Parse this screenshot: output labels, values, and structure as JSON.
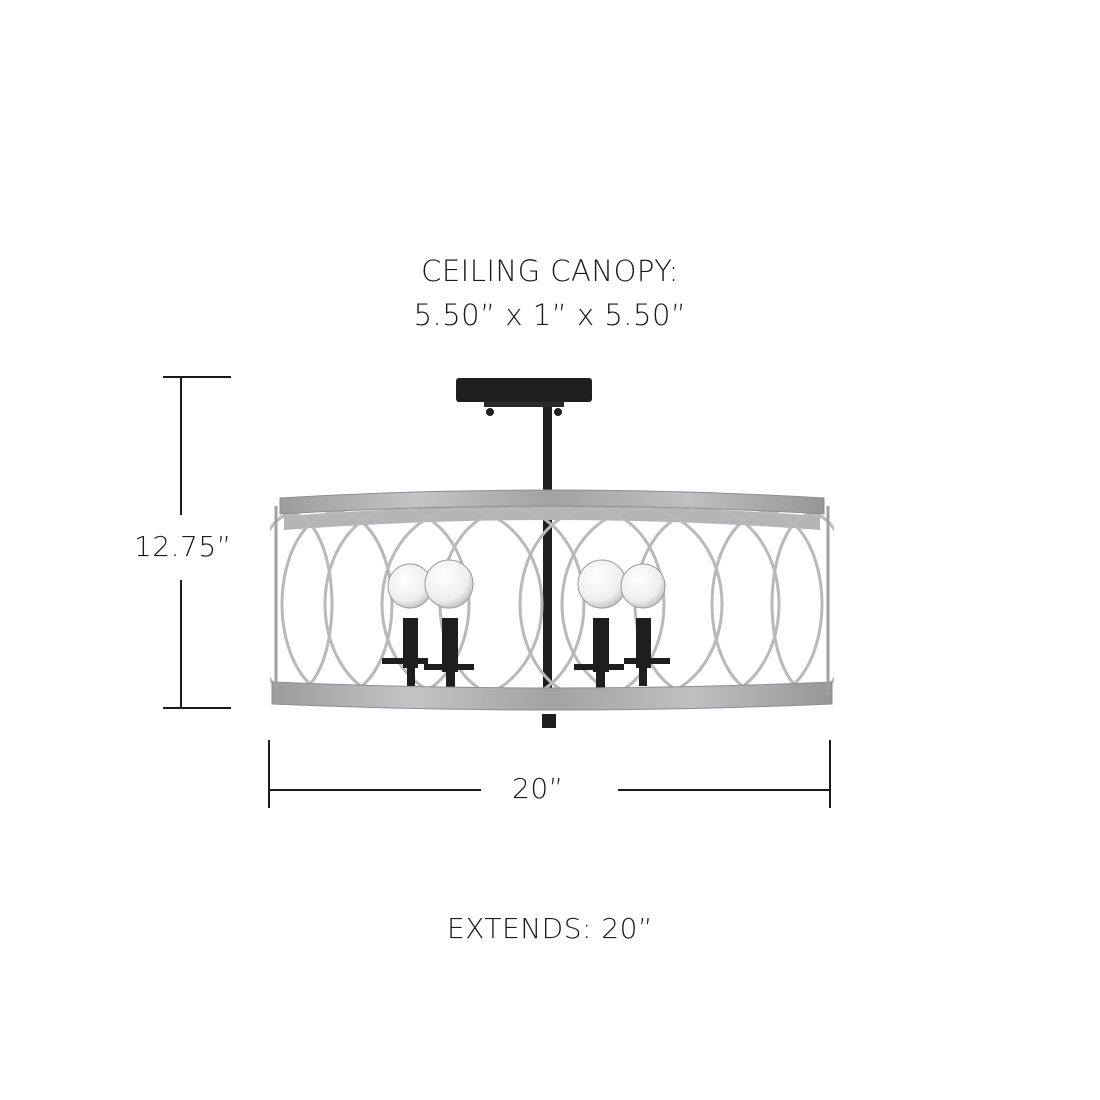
{
  "diagram": {
    "canopy": {
      "title": "CEILING CANOPY:",
      "dimensions": "5.50” x 1” x 5.50”"
    },
    "height": {
      "label": "12.75”"
    },
    "width": {
      "label": "20”"
    },
    "extends": {
      "label": "EXTENDS: 20”"
    },
    "colors": {
      "line": "#1a1a1a",
      "metal": "#a8a8aa",
      "metal_dark": "#8a8a8c",
      "black_finish": "#1e1e1e"
    },
    "fixture": {
      "type": "semi-flush drum ceiling light",
      "bulb_count": 4
    }
  }
}
